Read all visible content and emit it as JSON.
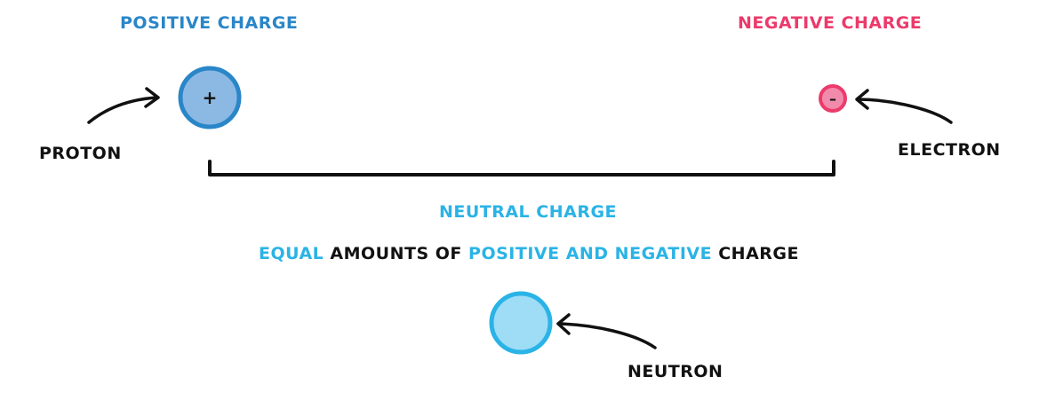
{
  "labels": {
    "positive_charge": "POSITIVE CHARGE",
    "negative_charge": "NEGATIVE CHARGE",
    "proton": "PROTON",
    "electron": "ELECTRON",
    "neutral_charge": "NEUTRAL CHARGE",
    "neutron": "NEUTRON"
  },
  "sentence": {
    "equal": "EQUAL",
    "amounts_of": "AMOUNTS OF",
    "positive_and_negative": "POSITIVE AND NEGATIVE",
    "charge": "CHARGE"
  },
  "symbols": {
    "proton": "+",
    "electron": "–"
  },
  "colors": {
    "positive": "#2a86c8",
    "negative": "#ec3a6b",
    "neutral": "#2ab3e6",
    "proton_fill": "#8cb9e4",
    "electron_fill": "#f28bab",
    "neutron_fill": "#9fdcf6",
    "ink": "#111111"
  }
}
